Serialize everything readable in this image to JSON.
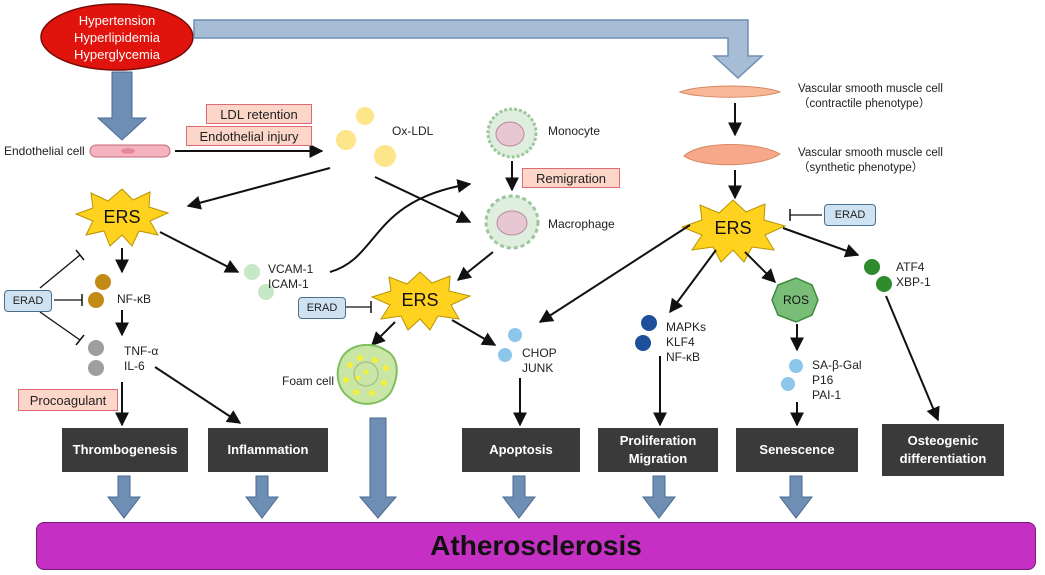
{
  "risk_factors": {
    "lines": [
      "Hypertension",
      "Hyperlipidemia",
      "Hyperglycemia"
    ],
    "fill": "#e0140c"
  },
  "endothelial": {
    "cell_label": "Endothelial cell",
    "tags": [
      "LDL retention",
      "Endothelial injury"
    ],
    "oxldl_label": "Ox-LDL"
  },
  "immune": {
    "monocyte_label": "Monocyte",
    "remigration_label": "Remigration",
    "macrophage_label": "Macrophage",
    "foam_cell_label": "Foam cell"
  },
  "vsmc": {
    "contractile_label": "Vascular smooth muscle cell\n（contractile phenotype）",
    "synthetic_label": "Vascular smooth muscle cell\n（synthetic phenotype）"
  },
  "stress": {
    "ers_label": "ERS",
    "erad_label": "ERAD",
    "ros_label": "ROS"
  },
  "markers": {
    "nfkb": "NF-κB",
    "tnf_il6": "TNF-α\nIL-6",
    "vcam_icam": "VCAM-1\nICAM-1",
    "chop_junk": "CHOP\nJUNK",
    "mapks": "MAPKs\nKLF4\nNF-κB",
    "senescence_markers": "SA-β-Gal\nP16\nPAI-1",
    "atf4_xbp1": "ATF4\nXBP-1",
    "procoagulant": "Procoagulant"
  },
  "outcomes": {
    "thrombogenesis": "Thrombogenesis",
    "inflammation": "Inflammation",
    "apoptosis": "Apoptosis",
    "proliferation": "Proliferation\nMigration",
    "senescence": "Senescence",
    "osteogenic": "Osteogenic\ndifferentiation"
  },
  "result": {
    "label": "Atherosclerosis",
    "fill": "#c62fc4"
  },
  "colors": {
    "burst": "#ffd21f",
    "tag_fill": "#fcd7c9",
    "tag_border": "#e06a74",
    "erad_fill": "#cfe2f1",
    "outcome_box": "#3a3a3a",
    "block_arrow": "#6f8eb4"
  }
}
